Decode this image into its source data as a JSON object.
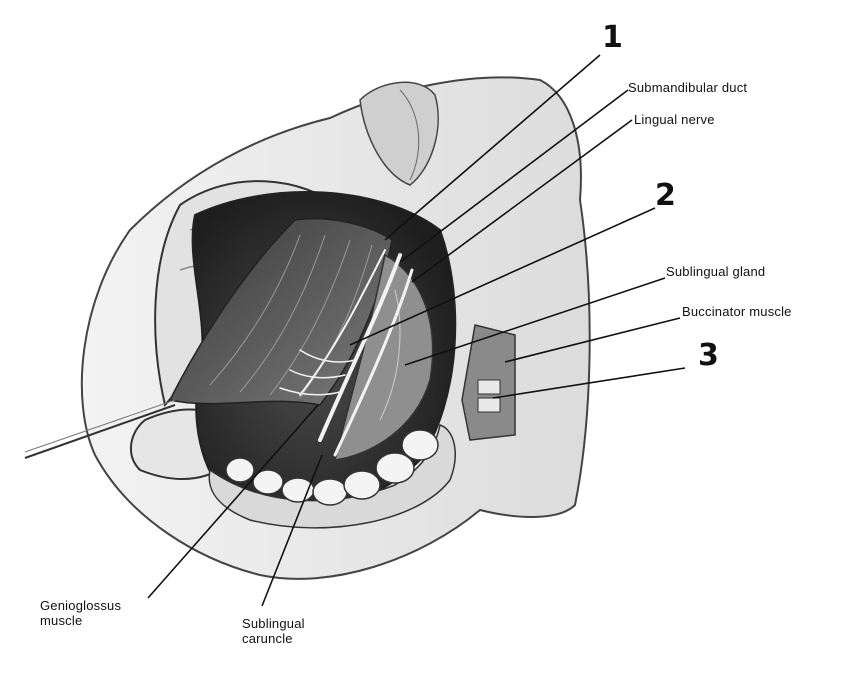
{
  "labels": {
    "submandibular_duct": "Submandibular duct",
    "lingual_nerve": "Lingual nerve",
    "sublingual_gland": "Sublingual gland",
    "buccinator_muscle": "Buccinator muscle",
    "genioglossus_line1": "Genioglossus",
    "genioglossus_line2": "muscle",
    "sublingual_caruncle_line1": "Sublingual",
    "sublingual_caruncle_line2": "caruncle"
  },
  "markers": {
    "one": "1",
    "two": "2",
    "three": "3"
  },
  "colors": {
    "ink": "#111111",
    "tissue_light": "#ececec",
    "tissue_mid": "#c9c9c9",
    "tissue_dark": "#5a5a5a",
    "cavity": "#2a2a2a"
  }
}
